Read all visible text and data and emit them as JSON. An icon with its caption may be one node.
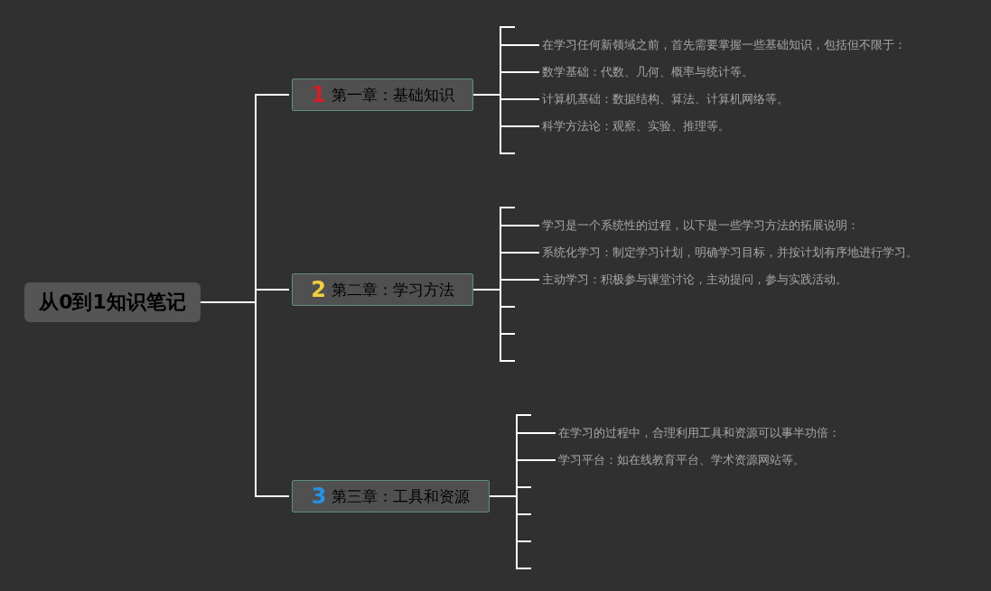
{
  "diagram": {
    "nodes": [
      {
        "text": [
          "从0到1知识笔记"
        ]
      },
      {
        "text": [
          "1",
          "第一章：基础知识"
        ]
      },
      {
        "text": [
          "在学习任何新领域之前，首先需要掌握一些基础知识，包括但不限于："
        ]
      },
      {
        "text": [
          "数学基础：代数、几何、概率与统计等。"
        ]
      },
      {
        "text": [
          "计算机基础：数据结构、算法、计算机网络等。"
        ]
      },
      {
        "text": [
          "科学方法论：观察、实验、推理等。"
        ]
      },
      {
        "text": [
          "2",
          "第二章：学习方法"
        ]
      },
      {
        "text": [
          "学习是一个系统性的过程，以下是一些学习方法的拓展说明："
        ]
      },
      {
        "text": [
          "系统化学习：制定学习计划，明确学习目标，并按计划有序地进行学习。"
        ]
      },
      {
        "text": [
          "主动学习：积极参与课堂讨论，主动提问，参与实践活动。"
        ]
      },
      {
        "text": [
          "3",
          "第三章：工具和资源"
        ]
      },
      {
        "text": [
          "在学习的过程中，合理利用工具和资源可以事半功倍："
        ]
      },
      {
        "text": [
          "学习平台：如在线教育平台、学术资源网站等。"
        ]
      }
    ],
    "edges": [
      {
        "from": 0,
        "to": 1,
        "arrow": "none"
      },
      {
        "from": 0,
        "to": 6,
        "arrow": "none"
      },
      {
        "from": 0,
        "to": 10,
        "arrow": "none"
      },
      {
        "from": 1,
        "to": null,
        "arrow": "none"
      },
      {
        "from": 1,
        "to": 2,
        "arrow": "none"
      },
      {
        "from": 1,
        "to": 3,
        "arrow": "none"
      },
      {
        "from": 1,
        "to": 4,
        "arrow": "none"
      },
      {
        "from": 1,
        "to": 5,
        "arrow": "none"
      },
      {
        "from": 1,
        "to": null,
        "arrow": "none"
      },
      {
        "from": 6,
        "to": null,
        "arrow": "none"
      },
      {
        "from": 6,
        "to": 7,
        "arrow": "none"
      },
      {
        "from": 6,
        "to": 8,
        "arrow": "none"
      },
      {
        "from": 6,
        "to": 9,
        "arrow": "none"
      },
      {
        "from": 6,
        "to": null,
        "arrow": "none"
      },
      {
        "from": 6,
        "to": null,
        "arrow": "none"
      },
      {
        "from": 6,
        "to": null,
        "arrow": "none"
      },
      {
        "from": 10,
        "to": null,
        "arrow": "none"
      },
      {
        "from": 10,
        "to": 11,
        "arrow": "none"
      },
      {
        "from": 10,
        "to": 12,
        "arrow": "none"
      },
      {
        "from": 10,
        "to": null,
        "arrow": "none"
      },
      {
        "from": 10,
        "to": null,
        "arrow": "none"
      },
      {
        "from": 10,
        "to": null,
        "arrow": "none"
      },
      {
        "from": 10,
        "to": null,
        "arrow": "none"
      }
    ]
  }
}
